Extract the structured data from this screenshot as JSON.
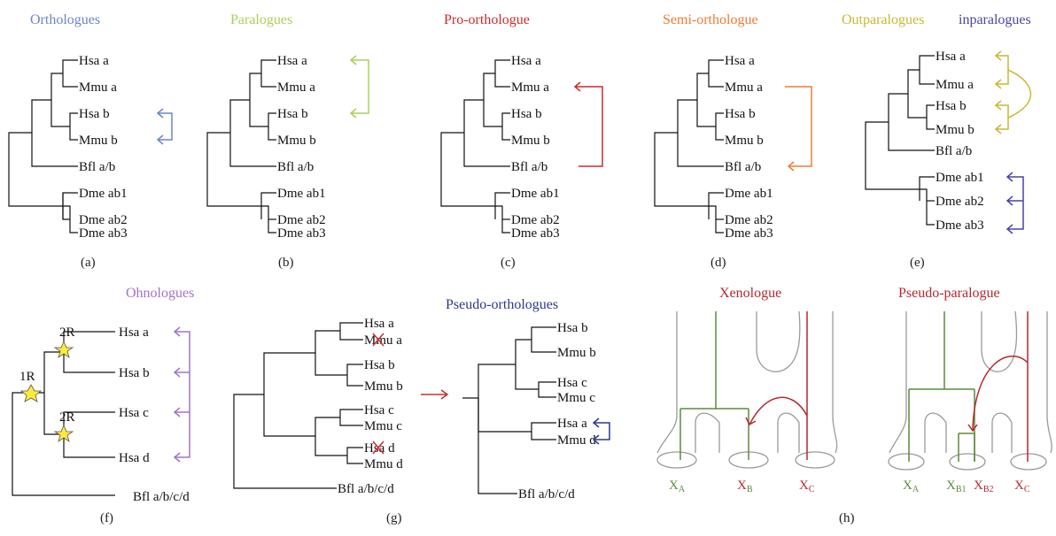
{
  "colors": {
    "blue": "#6a86c8",
    "green": "#a8d05a",
    "red": "#cc2b2b",
    "orange": "#f07a35",
    "olive": "#c8b832",
    "indigo": "#4a44a0",
    "purple": "#a173c8",
    "navy": "#2c3a88",
    "darkred": "#b3282e",
    "geneGreen": "#5b8a3c"
  },
  "titles": {
    "a": "Orthologues",
    "b": "Paralogues",
    "c": "Pro-orthologue",
    "d": "Semi-orthologue",
    "e1": "Outparalogues",
    "e2": "inparalogues",
    "f": "Ohnologues",
    "g": "Pseudo-orthologues",
    "h1": "Xenologue",
    "h2": "Pseudo-paralogue"
  },
  "captions": {
    "a": "(a)",
    "b": "(b)",
    "c": "(c)",
    "d": "(d)",
    "e": "(e)",
    "f": "(f)",
    "g": "(g)",
    "h": "(h)"
  },
  "trees": {
    "a": [
      "Hsa a",
      "Mmu a",
      "Hsa b",
      "Mmu b",
      "Bfl a/b",
      "Dme ab1",
      "Dme ab2",
      "Dme ab3"
    ],
    "b": [
      "Hsa a",
      "Mmu a",
      "Hsa b",
      "Mmu b",
      "Bfl a/b",
      "Dme ab1",
      "Dme ab2",
      "Dme ab3"
    ],
    "c": [
      "Hsa a",
      "Mmu a",
      "Hsa b",
      "Mmu b",
      "Bfl a/b",
      "Dme ab1",
      "Dme ab2",
      "Dme ab3"
    ],
    "d": [
      "Hsa a",
      "Mmu a",
      "Hsa b",
      "Mmu b",
      "Bfl a/b",
      "Dme ab1",
      "Dme ab2",
      "Dme ab3"
    ],
    "e": [
      "Hsa a",
      "Mmu a",
      "Hsa b",
      "Mmu b",
      "Bfl a/b",
      "Dme ab1",
      "Dme ab2",
      "Dme ab3"
    ],
    "f": [
      "Hsa a",
      "Hsa b",
      "Hsa c",
      "Hsa d",
      "Bfl a/b/c/d"
    ],
    "g1": [
      "Hsa a",
      "Mmu a",
      "Hsa b",
      "Mmu b",
      "Hsa c",
      "Mmu c",
      "Hsa d",
      "Mmu d",
      "Bfl a/b/c/d"
    ],
    "g2": [
      "Hsa b",
      "Mmu b",
      "Hsa c",
      "Mmu c",
      "Hsa a",
      "Mmu d",
      "Bfl a/b/c/d"
    ]
  },
  "duplications": {
    "r1": "1R",
    "r2": "2R"
  },
  "xenologue": {
    "a": "X",
    "a_sub": "A",
    "b": "X",
    "b_sub": "B",
    "c": "X",
    "c_sub": "C"
  },
  "pseudoparalogue": {
    "a": "X",
    "a_sub": "A",
    "b1": "X",
    "b1_sub": "B1",
    "b2": "X",
    "b2_sub": "B2",
    "c": "X",
    "c_sub": "C"
  }
}
